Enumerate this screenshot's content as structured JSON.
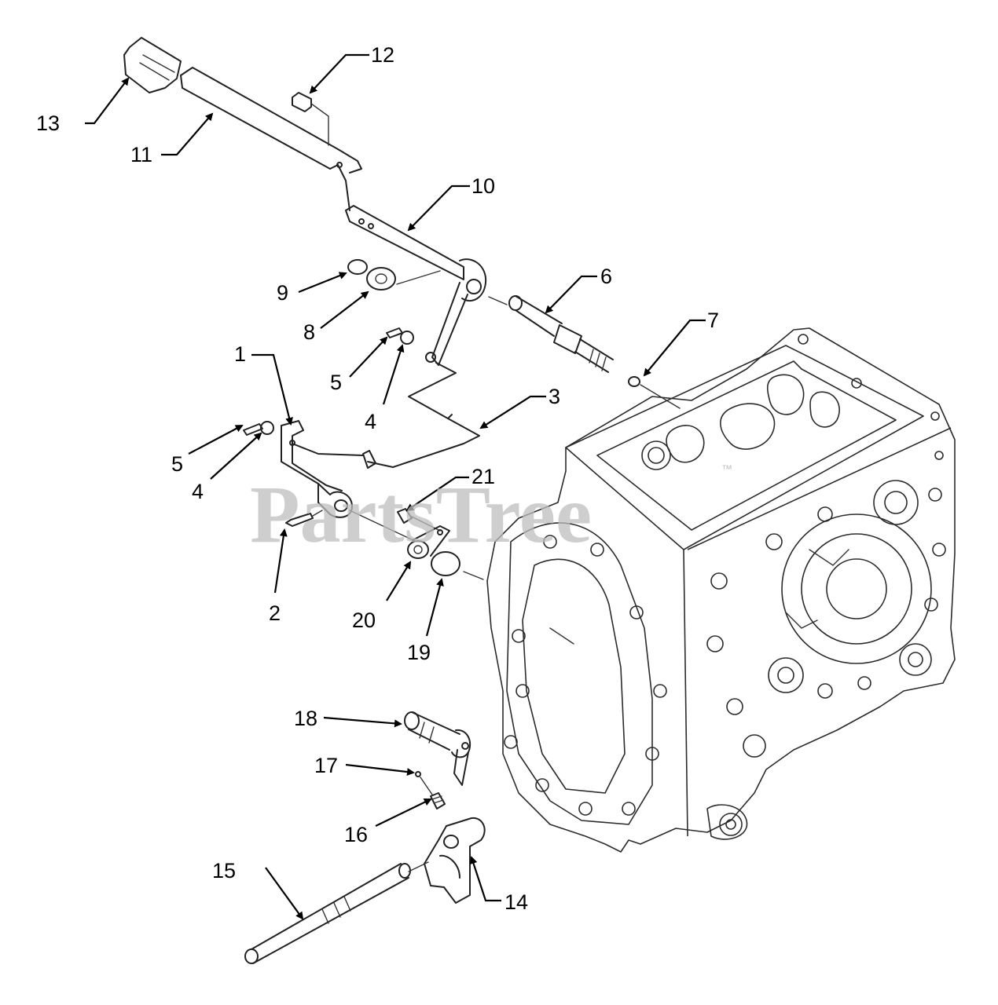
{
  "watermark": {
    "brand": "PartsTree",
    "trademark": "™"
  },
  "callouts": [
    {
      "id": "1",
      "label": "1"
    },
    {
      "id": "2",
      "label": "2"
    },
    {
      "id": "3",
      "label": "3"
    },
    {
      "id": "4a",
      "label": "4"
    },
    {
      "id": "4b",
      "label": "4"
    },
    {
      "id": "5a",
      "label": "5"
    },
    {
      "id": "5b",
      "label": "5"
    },
    {
      "id": "6",
      "label": "6"
    },
    {
      "id": "7",
      "label": "7"
    },
    {
      "id": "8",
      "label": "8"
    },
    {
      "id": "9",
      "label": "9"
    },
    {
      "id": "10",
      "label": "10"
    },
    {
      "id": "11",
      "label": "11"
    },
    {
      "id": "12",
      "label": "12"
    },
    {
      "id": "13",
      "label": "13"
    },
    {
      "id": "14",
      "label": "14"
    },
    {
      "id": "15",
      "label": "15"
    },
    {
      "id": "16",
      "label": "16"
    },
    {
      "id": "17",
      "label": "17"
    },
    {
      "id": "18",
      "label": "18"
    },
    {
      "id": "19",
      "label": "19"
    },
    {
      "id": "20",
      "label": "20"
    },
    {
      "id": "21",
      "label": "21"
    }
  ]
}
